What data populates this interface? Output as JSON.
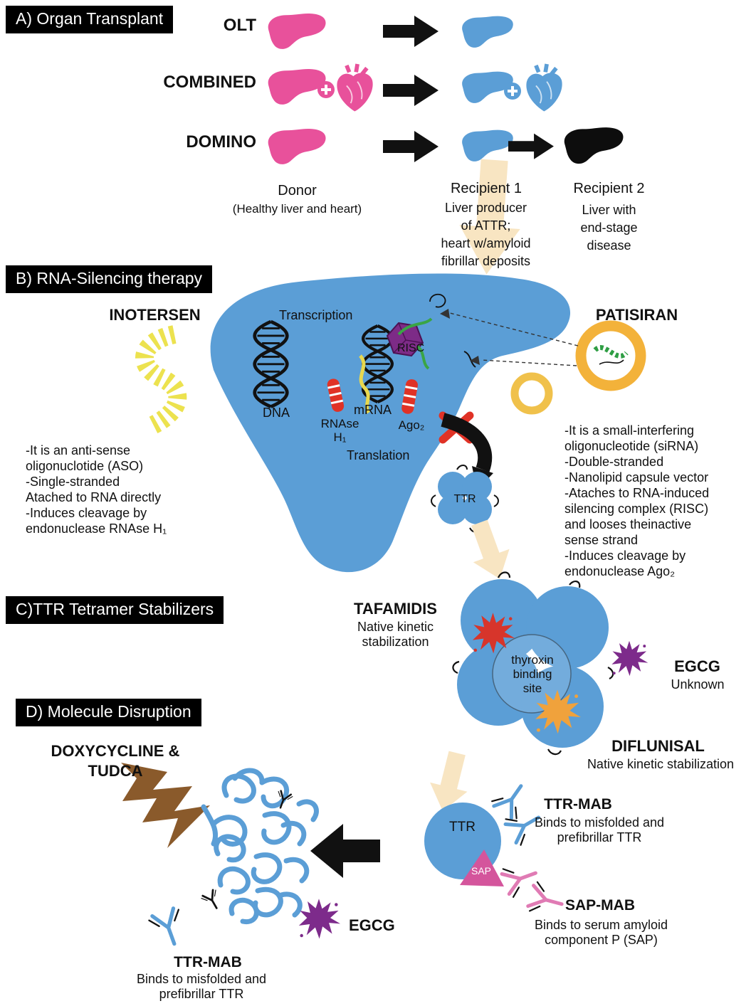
{
  "palette": {
    "pink": "#e8519b",
    "blue": "#5b9ed6",
    "cream": "#f8e5c2",
    "yellow": "#ece24f",
    "orange": "#f3b23a",
    "purple": "#7d2b8b",
    "red": "#e03226",
    "brown": "#8a5a2b",
    "sap_pink": "#d4559c",
    "green": "#2f9e44"
  },
  "a": {
    "title": "A) Organ Transplant",
    "rows": [
      "OLT",
      "COMBINED",
      "DOMINO"
    ],
    "donor": "Donor",
    "donor_sub": "(Healthy liver and heart)",
    "r1": "Recipient 1",
    "r1_sub": "Liver producer\nof ATTR;\nheart w/amyloid\nfibrillar deposits",
    "r2": "Recipient 2",
    "r2_sub": "Liver with\nend-stage\ndisease"
  },
  "b": {
    "title": "B) RNA-Silencing therapy",
    "inotersen": "INOTERSEN",
    "patisiran": "PATISIRAN",
    "transcription": "Transcription",
    "dna": "DNA",
    "mrna": "mRNA",
    "risc": "RISC",
    "rnase": "RNAse\nH₁",
    "ago2": "Ago₂",
    "translation": "Translation",
    "ttr": "TTR",
    "inotersen_bullets": [
      "-It is an anti-sense\noligonuclotide (ASO)",
      "-Single-stranded\nAtached to RNA directly",
      "-Induces cleavage by\nendonuclease RNAse H₁"
    ],
    "patisiran_bullets": [
      "-It is a small-interfering\noligonucleotide (siRNA)",
      "-Double-stranded",
      "-Nanolipid capsule vector",
      "-Ataches to RNA-induced\nsilencing complex (RISC)\nand looses theinactive\nsense strand",
      "-Induces cleavage by\nendonuclease Ago₂"
    ]
  },
  "c": {
    "title": "C)TTR Tetramer Stabilizers",
    "tafamidis": "TAFAMIDIS",
    "tafamidis_sub": "Native kinetic\nstabilization",
    "binding_site": "thyroxin\nbinding\nsite",
    "egcg": "EGCG",
    "egcg_sub": "Unknown",
    "diflunisal": "DIFLUNISAL",
    "diflunisal_sub": "Native kinetic stabilization"
  },
  "d": {
    "title": "D) Molecule Disruption",
    "doxy": "DOXYCYCLINE &\nTUDCA",
    "ttr": "TTR",
    "sap": "SAP",
    "ttrmab": "TTR-MAB",
    "ttrmab_sub": "Binds to misfolded and\nprefibrillar TTR",
    "sapmab": "SAP-MAB",
    "sapmab_sub": "Binds to serum amyloid\ncomponent P (SAP)",
    "egcg": "EGCG",
    "ttrmab2": "TTR-MAB",
    "ttrmab2_sub": "Binds to misfolded and\nprefibrillar TTR"
  }
}
